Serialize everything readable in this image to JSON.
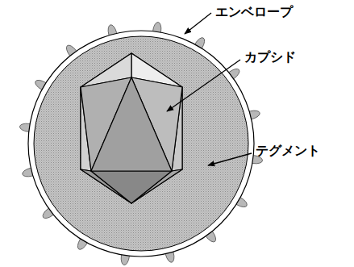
{
  "diagram": {
    "labels": [
      "エンベロープ",
      "カプシド",
      "テグメント"
    ]
  }
}
